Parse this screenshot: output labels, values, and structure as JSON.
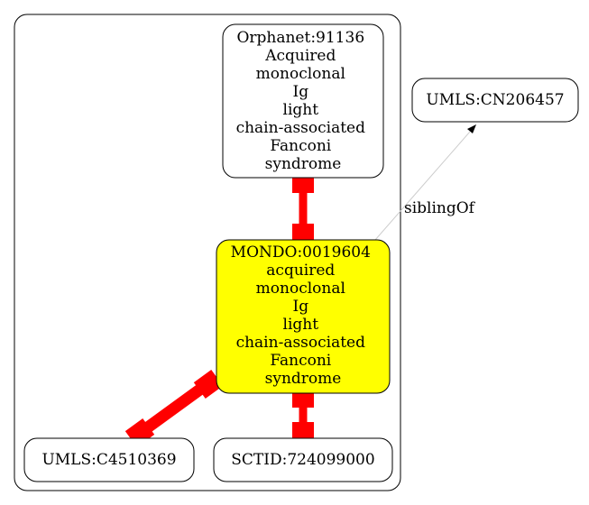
{
  "colors": {
    "highlight_fill": "#ffff00",
    "node_fill": "#ffffff",
    "edge_thick": "#ff0000",
    "edge_thin": "#cccccc",
    "stroke": "#000000"
  },
  "cluster": {
    "label": ""
  },
  "nodes": {
    "orphanet": {
      "lines": [
        "Orphanet:91136",
        "Acquired",
        "monoclonal",
        "Ig",
        "light",
        "chain-associated",
        "Fanconi",
        "syndrome"
      ]
    },
    "mondo": {
      "lines": [
        "MONDO:0019604",
        "acquired",
        "monoclonal",
        "Ig",
        "light",
        "chain-associated",
        "Fanconi",
        "syndrome"
      ]
    },
    "umls_c": {
      "lines": [
        "UMLS:C4510369"
      ]
    },
    "sctid": {
      "lines": [
        "SCTID:724099000"
      ]
    },
    "umls_cn": {
      "lines": [
        "UMLS:CN206457"
      ]
    }
  },
  "edges": {
    "sibling": {
      "label": "siblingOf"
    }
  }
}
